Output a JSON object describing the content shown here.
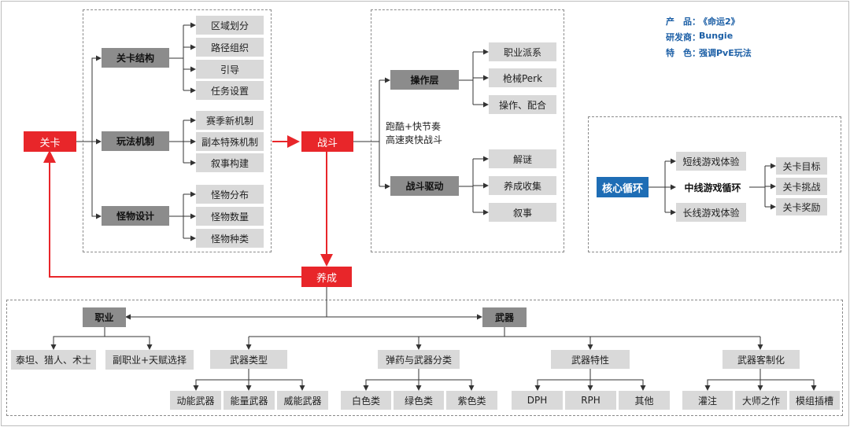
{
  "level": {
    "root": "关卡",
    "categories": [
      {
        "label": "关卡结构",
        "items": [
          "区域划分",
          "路径组织",
          "引导",
          "任务设置"
        ]
      },
      {
        "label": "玩法机制",
        "items": [
          "赛季新机制",
          "副本特殊机制",
          "叙事构建"
        ]
      },
      {
        "label": "怪物设计",
        "items": [
          "怪物分布",
          "怪物数量",
          "怪物种类"
        ]
      }
    ]
  },
  "combat": {
    "root": "战斗",
    "caption_line1": "跑酷+快节奏",
    "caption_line2": "高速爽快战斗",
    "categories": [
      {
        "label": "操作层",
        "items": [
          "职业派系",
          "枪械Perk",
          "操作、配合"
        ]
      },
      {
        "label": "战斗驱动",
        "items": [
          "解谜",
          "养成收集",
          "叙事"
        ]
      }
    ]
  },
  "info": {
    "product_label": "产　品：",
    "product_value": "《命运2》",
    "developer_label": "研发商：",
    "developer_value": "Bungie",
    "feature_label": "特　色：",
    "feature_value": "强调PvE玩法"
  },
  "core_loop": {
    "root": "核心循环",
    "short": "短线游戏体验",
    "mid": "中线游戏循环",
    "long": "长线游戏体验",
    "mid_items": [
      "关卡目标",
      "关卡挑战",
      "关卡奖励"
    ]
  },
  "growth": {
    "root": "养成",
    "class": {
      "label": "职业",
      "items": [
        "泰坦、猎人、术士",
        "副职业+天赋选择"
      ]
    },
    "weapon": {
      "label": "武器",
      "groups": [
        {
          "label": "武器类型",
          "items": [
            "动能武器",
            "能量武器",
            "威能武器"
          ]
        },
        {
          "label": "弹药与武器分类",
          "items": [
            "白色类",
            "绿色类",
            "紫色类"
          ]
        },
        {
          "label": "武器特性",
          "items": [
            "DPH",
            "RPH",
            "其他"
          ]
        },
        {
          "label": "武器客制化",
          "items": [
            "灌注",
            "大师之作",
            "模组插槽"
          ]
        }
      ]
    }
  },
  "colors": {
    "accent_red": "#e8262a",
    "core_blue": "#1e6db5",
    "info_blue": "#1c5fa6",
    "dark_box": "#8c8c8c",
    "light_box": "#d9d9d9"
  }
}
